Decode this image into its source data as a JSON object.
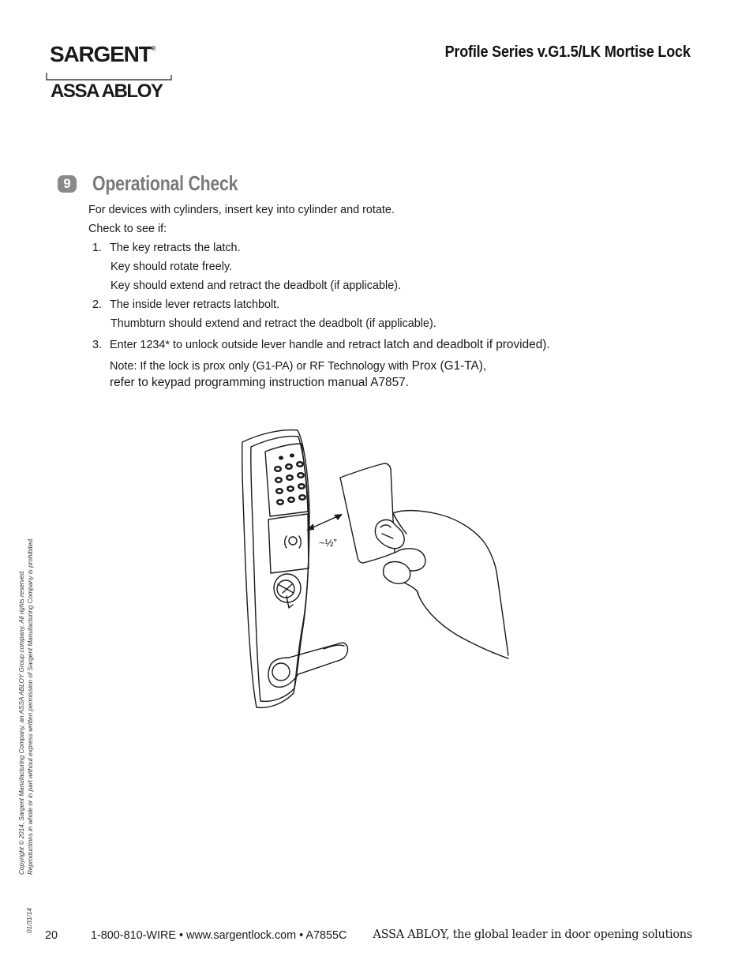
{
  "brand": {
    "name": "SARGENT",
    "reg_mark": "®",
    "parent": "ASSA ABLOY"
  },
  "header": {
    "title": "Profile Series v.G1.5/LK Mortise Lock"
  },
  "section": {
    "number": "9",
    "title": "Operational Check",
    "intro": "For devices with cylinders, insert key into cylinder and rotate.",
    "check_label": "Check to see if:",
    "items": [
      {
        "num": "1.",
        "text": "The key retracts the latch.",
        "sub": [
          "Key should rotate freely.",
          "Key should extend and retract the deadbolt (if applicable)."
        ]
      },
      {
        "num": "2.",
        "text": "The inside lever retracts latchbolt.",
        "sub": [
          "Thumbturn should extend and retract the deadbolt (if applicable)."
        ]
      },
      {
        "num": "3.",
        "text_a": "Enter 1234* to unlock outside lever handle and retract ",
        "text_b": "latch and deadbolt if provided).",
        "note_a": "Note: If the lock is prox only (G1-PA) or RF Technology with ",
        "note_b": "Prox (G1-TA),",
        "note_line2": "refer to keypad programming instruction manual A7857."
      }
    ]
  },
  "illustration": {
    "distance_label": "~½”"
  },
  "side": {
    "copyright_line1": "Copyright © 2014, Sargent Manufacturing Company, an ASSA ABLOY Group company. All rights reserved.",
    "copyright_line2": "Reproductions in whole or in part without express written permission of Sargent Manufacturing Company is prohibited.",
    "date": "01/31/14"
  },
  "footer": {
    "page": "20",
    "contact": "1-800-810-WIRE • www.sargentlock.com • A7855C",
    "tagline": "ASSA ABLOY, the global leader in door opening solutions"
  }
}
